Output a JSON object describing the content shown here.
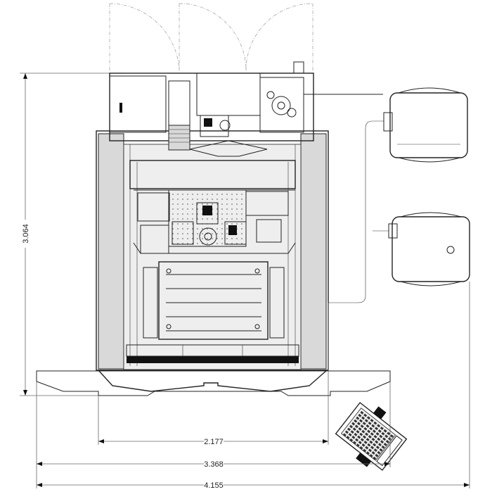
{
  "drawing": {
    "dimensions": {
      "height_dim": "3.064",
      "width_inner": "2.177",
      "width_mid": "3.368",
      "width_overall": "4.155"
    },
    "colors": {
      "line": "#222222",
      "dimension_line": "#666666",
      "fill": "#d9d9d9",
      "door_swing": "#999999"
    }
  }
}
